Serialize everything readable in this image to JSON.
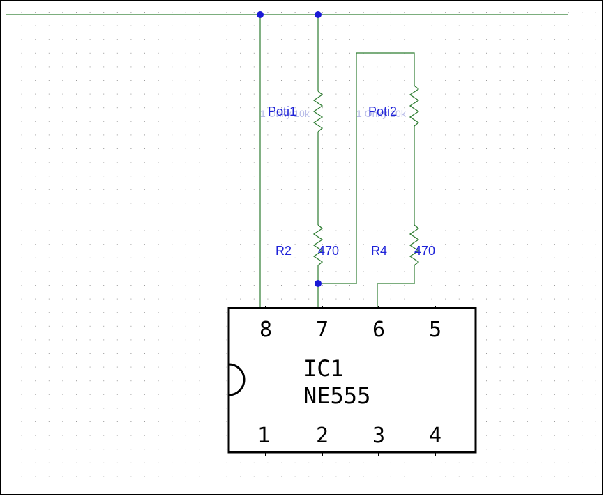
{
  "components": {
    "poti1": {
      "name": "Poti1",
      "ghost": "1 Onky 10k"
    },
    "poti2": {
      "name": "Poti2",
      "ghost": "1 Onky 10k"
    },
    "r2": {
      "name": "R2",
      "value": "470"
    },
    "r4": {
      "name": "R4",
      "value": "470"
    },
    "ic1": {
      "ref": "IC1",
      "part": "NE555",
      "top_pins": [
        "8",
        "7",
        "6",
        "5"
      ],
      "bottom_pins": [
        "1",
        "2",
        "3",
        "4"
      ]
    }
  },
  "colors": {
    "wire": "#2e7d32",
    "label": "#1e22d8",
    "junction": "#1a1ad6",
    "grid_dot": "#9a9a9a"
  }
}
